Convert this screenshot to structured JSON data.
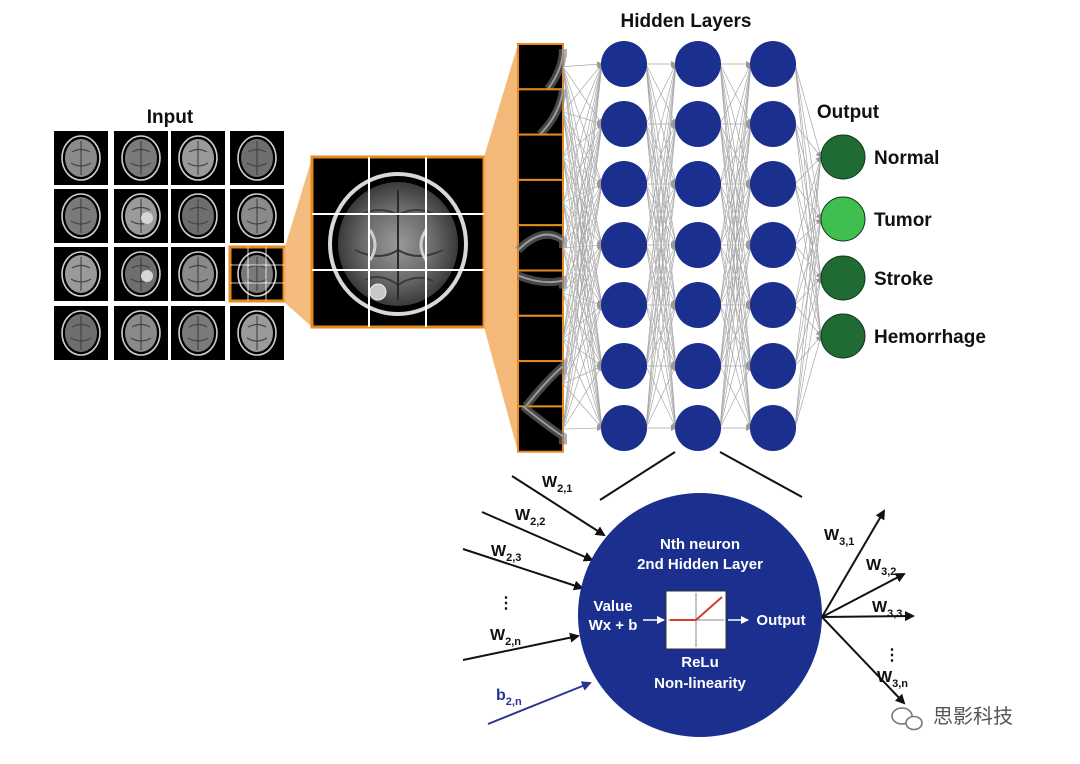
{
  "labels": {
    "input": "Input",
    "hidden_layers": "Hidden Layers",
    "output": "Output"
  },
  "outputs": [
    "Normal",
    "Tumor",
    "Stroke",
    "Hemorrhage"
  ],
  "neuron": {
    "line1": "Nth neuron",
    "line2": "2nd Hidden Layer",
    "value": "Value",
    "formula": "Wx + b",
    "out": "Output",
    "act1": "ReLu",
    "act2": "Non-linearity"
  },
  "weights_in": {
    "w1": {
      "base": "W",
      "sub": "2,1"
    },
    "w2": {
      "base": "W",
      "sub": "2,2"
    },
    "w3": {
      "base": "W",
      "sub": "2,3"
    },
    "wn": {
      "base": "W",
      "sub": "2,n"
    },
    "b": {
      "base": "b",
      "sub": "2,n"
    },
    "dots": "⋮"
  },
  "weights_out": {
    "w1": {
      "base": "W",
      "sub": "3,1"
    },
    "w2": {
      "base": "W",
      "sub": "3,2"
    },
    "w3": {
      "base": "W",
      "sub": "3,3"
    },
    "wn": {
      "base": "W",
      "sub": "3,n"
    },
    "dots": "⋮"
  },
  "watermark": "思影科技",
  "colors": {
    "neuron_blue": "#1b2f8e",
    "output_dark": "#1f6b33",
    "output_light": "#3fbf4f",
    "frame_orange": "#e58a1f",
    "bias_blue": "#2a3590"
  }
}
